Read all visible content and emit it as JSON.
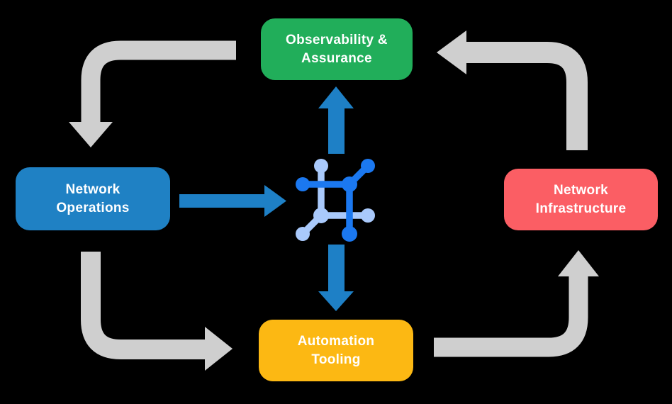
{
  "background_color": "#000000",
  "diagram": {
    "nodes": {
      "observability": {
        "label": "Observability &\nAssurance",
        "color": "#21AE5A"
      },
      "operations": {
        "label": "Network\nOperations",
        "color": "#1F81C4"
      },
      "infrastructure": {
        "label": "Network\nInfrastructure",
        "color": "#FB5E64"
      },
      "automation": {
        "label": "Automation\nTooling",
        "color": "#FCB813"
      }
    },
    "colors": {
      "gray_arrow": "#CFCFCF",
      "blue_arrow": "#1E80C6",
      "icon_primary": "#1B78F0",
      "icon_secondary": "#A9C9FB",
      "text": "#FFFFFF"
    },
    "flows": [
      {
        "from": "Observability & Assurance",
        "to": "Network Operations",
        "style": "gray"
      },
      {
        "from": "Network Operations",
        "to": "Automation Tooling",
        "style": "gray"
      },
      {
        "from": "Automation Tooling",
        "to": "Network Infrastructure",
        "style": "gray"
      },
      {
        "from": "Network Infrastructure",
        "to": "Observability & Assurance",
        "style": "gray"
      },
      {
        "from": "Network Operations",
        "to": "center icon",
        "style": "blue"
      },
      {
        "from": "center icon",
        "to": "Observability & Assurance",
        "style": "blue"
      },
      {
        "from": "center icon",
        "to": "Automation Tooling",
        "style": "blue"
      }
    ]
  }
}
